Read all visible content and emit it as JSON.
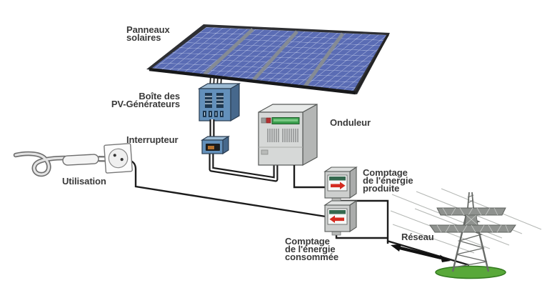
{
  "labels": {
    "panneaux": "Panneaux\nsolaires",
    "boite": "Boîte des\nPV-Générateurs",
    "interrupteur": "Interrupteur",
    "utilisation": "Utilisation",
    "onduleur": "Onduleur",
    "comptage_produite": "Comptage\nde l'énergie\nproduite",
    "comptage_consommee": "Comptage\nde l'énergie\nconsommée",
    "reseau": "Réseau"
  },
  "components": [
    "solar-panels",
    "pv-generator-box",
    "switch",
    "inverter",
    "produced-energy-meter",
    "consumed-energy-meter",
    "utilisation-socket",
    "grid-pylon"
  ],
  "connections": [
    {
      "from": "solar-panels",
      "to": "pv-generator-box"
    },
    {
      "from": "pv-generator-box",
      "to": "switch"
    },
    {
      "from": "switch",
      "to": "inverter"
    },
    {
      "from": "inverter",
      "to": "produced-energy-meter"
    },
    {
      "from": "produced-energy-meter",
      "to": "grid"
    },
    {
      "from": "grid",
      "to": "consumed-energy-meter"
    },
    {
      "from": "consumed-energy-meter",
      "to": "utilisation-socket"
    }
  ],
  "meters": {
    "produced_arrow_direction": "right",
    "consumed_arrow_direction": "left"
  },
  "colors": {
    "label_text": "#3a3a3a",
    "panel_cell_blue": "#5a6cb4",
    "panel_grid_line": "#c7d0ec",
    "panel_divider": "#858b94",
    "box_blue_front": "#6390bb",
    "box_blue_side": "#46688c",
    "box_blue_top": "#9dbbd4",
    "inverter_front": "#d6d8d7",
    "display_green": "#3a9e4d",
    "meter_strip_green": "#34694f",
    "meter_arrow_red": "#d42b20",
    "switch_lever_orange": "#b5722f",
    "wire_black": "#1c1c1c",
    "grass_green": "#58a839",
    "pylon_gray": "#686b68"
  }
}
